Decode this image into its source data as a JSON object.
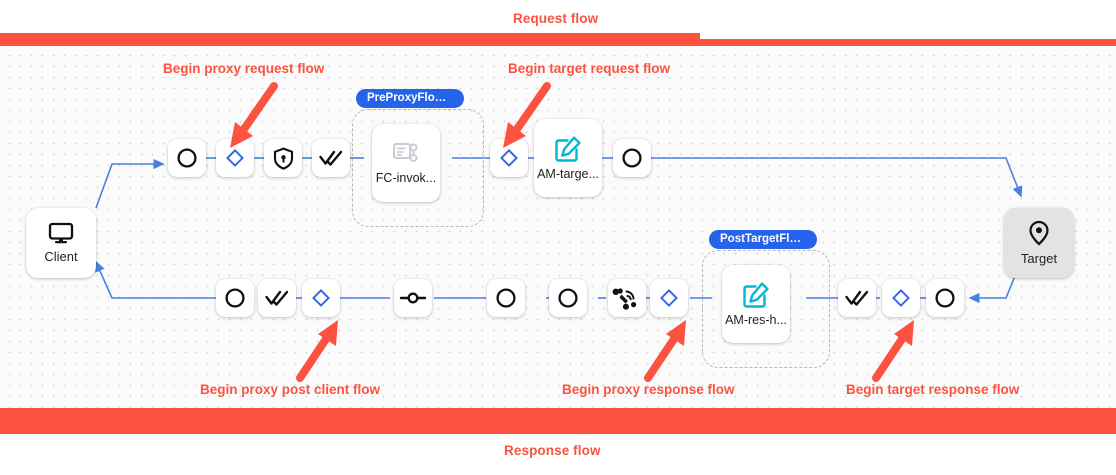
{
  "colors": {
    "flow_red": "#fc5340",
    "edge_blue": "#4a7fe0",
    "chip_blue": "#2563eb",
    "icon_cyan": "#00b8d4",
    "diamond_blue": "#2f62e8",
    "canvas_bg": "#fbfbfb",
    "target_bg": "#e3e3e3"
  },
  "banners": {
    "request": {
      "label": "Request flow"
    },
    "response": {
      "label": "Response flow"
    }
  },
  "annotations": [
    {
      "id": "begin-proxy-request-flow",
      "label": "Begin proxy request flow"
    },
    {
      "id": "begin-target-request-flow",
      "label": "Begin target request flow"
    },
    {
      "id": "begin-proxy-post-client-flow",
      "label": "Begin proxy post client flow"
    },
    {
      "id": "begin-proxy-response-flow",
      "label": "Begin proxy response flow"
    },
    {
      "id": "begin-target-response-flow",
      "label": "Begin target response flow"
    }
  ],
  "endpoints": {
    "client": {
      "label": "Client",
      "icon": "monitor-icon"
    },
    "target": {
      "label": "Target",
      "icon": "location-pin-icon"
    }
  },
  "flow_groups": [
    {
      "id": "pre-proxy-flow-hook",
      "chip": "PreProxyFlowH..."
    },
    {
      "id": "post-target-flow-hook",
      "chip": "PostTargetFlow..."
    }
  ],
  "policies": [
    {
      "id": "fc-invoke",
      "label": "FC-invok...",
      "icon": "flow-callout-icon"
    },
    {
      "id": "am-target",
      "label": "AM-targe...",
      "icon": "assign-message-icon"
    },
    {
      "id": "am-res-h",
      "label": "AM-res-h...",
      "icon": "assign-message-icon"
    }
  ],
  "request_row_nodes": [
    {
      "id": "req-node-1",
      "icon": "circle-icon"
    },
    {
      "id": "req-node-2",
      "icon": "diamond-icon"
    },
    {
      "id": "req-node-3",
      "icon": "shield-lock-icon"
    },
    {
      "id": "req-node-4",
      "icon": "double-check-icon"
    },
    {
      "id": "req-node-5",
      "icon": "diamond-icon"
    },
    {
      "id": "req-node-6",
      "icon": "circle-icon"
    }
  ],
  "response_row_nodes": [
    {
      "id": "res-node-1",
      "icon": "circle-icon"
    },
    {
      "id": "res-node-2",
      "icon": "double-check-icon"
    },
    {
      "id": "res-node-3",
      "icon": "diamond-icon"
    },
    {
      "id": "res-node-4",
      "icon": "circle-dot-line-icon"
    },
    {
      "id": "res-node-5",
      "icon": "circle-icon"
    },
    {
      "id": "res-node-6",
      "icon": "circle-icon"
    },
    {
      "id": "res-node-7",
      "icon": "signal-hand-icon"
    },
    {
      "id": "res-node-8",
      "icon": "diamond-icon"
    },
    {
      "id": "res-node-9",
      "icon": "double-check-icon"
    },
    {
      "id": "res-node-10",
      "icon": "diamond-icon"
    },
    {
      "id": "res-node-11",
      "icon": "circle-icon"
    }
  ]
}
